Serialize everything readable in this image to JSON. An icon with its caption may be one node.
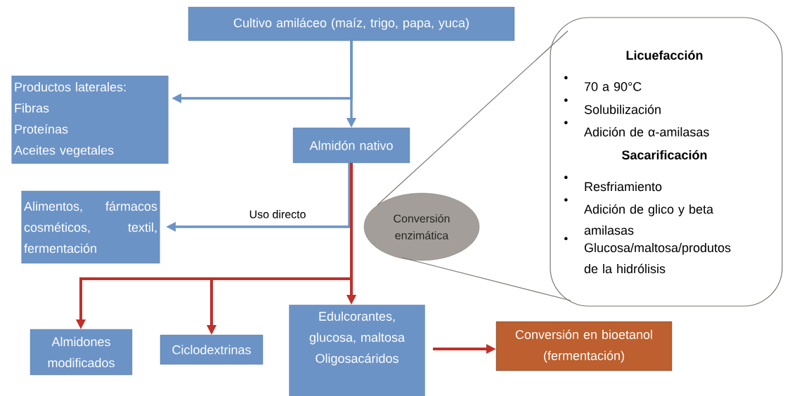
{
  "diagram": {
    "nodes": [
      {
        "text": [
          "Cultivo amiláceo (maíz, trigo, papa, yuca)"
        ]
      },
      {
        "text": [
          "Productos laterales:",
          "Fibras",
          "Proteínas",
          "Aceites vegetales"
        ]
      },
      {
        "text": [
          "Almidón nativo"
        ]
      },
      {
        "text": [
          "Alimentos, fármacos cosméticos, textil, fermentación"
        ]
      },
      {
        "text": [
          "Conversión enzimática"
        ]
      },
      {
        "text": [
          "Licuefacción",
          "70 a 90°C",
          "Solubilización",
          "Adición de α-amilasas",
          "Sacarificación",
          "Resfriamiento",
          "Adición de glico y beta amilasas",
          "Glucosa/maltosa/produtos de la hidrólisis"
        ]
      },
      {
        "text": [
          "Almidones modificados"
        ]
      },
      {
        "text": [
          "Ciclodextrinas"
        ]
      },
      {
        "text": [
          "Edulcorantes, glucosa, maltosa Oligosacáridos"
        ]
      },
      {
        "text": [
          "Conversión en bioetanol (fermentación)"
        ]
      }
    ],
    "edges": [
      {
        "from": 0,
        "to": 2,
        "arrow": "to",
        "color": "#6c93c6"
      },
      {
        "from": 0,
        "to": 1,
        "arrow": "to",
        "color": "#6c93c6"
      },
      {
        "from": 2,
        "to": 3,
        "arrow": "to",
        "label": "Uso directo",
        "color": "#6c93c6"
      },
      {
        "from": 2,
        "to": 8,
        "arrow": "to"
      },
      {
        "from": 2,
        "to": 6,
        "arrow": "to"
      },
      {
        "from": 2,
        "to": 7,
        "arrow": "to"
      },
      {
        "from": 8,
        "to": 9,
        "arrow": "to"
      },
      {
        "from": 4,
        "to": 5,
        "arrow": "none",
        "color": "#7a746f"
      },
      {
        "from": 4,
        "to": 5,
        "arrow": "none",
        "color": "#7a746f"
      }
    ]
  }
}
